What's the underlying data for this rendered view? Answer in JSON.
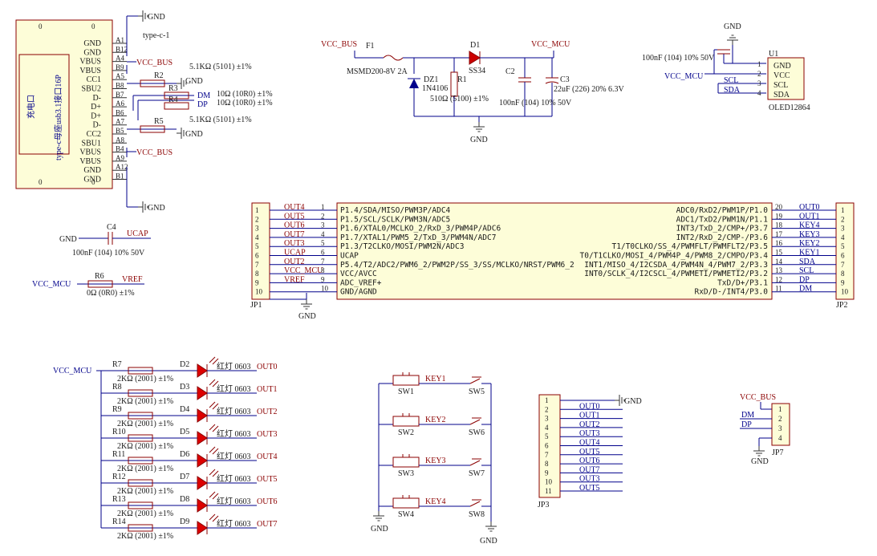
{
  "typec": {
    "title": "type-c-1",
    "side_label": "充电口",
    "name_label": "type-c母座usb3.1接口16P",
    "pins": [
      {
        "num": "A1",
        "name": "GND"
      },
      {
        "num": "B12",
        "name": "GND"
      },
      {
        "num": "A4",
        "name": "VBUS"
      },
      {
        "num": "B9",
        "name": "VBUS"
      },
      {
        "num": "A5",
        "name": "CC1"
      },
      {
        "num": "B8",
        "name": "SBU2"
      },
      {
        "num": "B7",
        "name": "D-"
      },
      {
        "num": "A6",
        "name": "D+"
      },
      {
        "num": "B6",
        "name": "D+"
      },
      {
        "num": "A7",
        "name": "D-"
      },
      {
        "num": "B5",
        "name": "CC2"
      },
      {
        "num": "A8",
        "name": "SBU1"
      },
      {
        "num": "B4",
        "name": "VBUS"
      },
      {
        "num": "A9",
        "name": "VBUS"
      },
      {
        "num": "A12",
        "name": "GND"
      },
      {
        "num": "B1",
        "name": "GND"
      }
    ],
    "gnd_top": "GND",
    "gnd_bottom": "GND",
    "vcc_top": "VCC_BUS",
    "vcc_bottom": "VCC_BUS",
    "r2": "R2",
    "r2_val": "5.1KΩ (5101) ±1%",
    "r2_gnd": "GND",
    "r3": "R3",
    "r3_val": "10Ω (10R0) ±1%",
    "r4": "R4",
    "r4_val": "10Ω (10R0) ±1%",
    "dm": "DM",
    "dp": "DP",
    "r5": "R5",
    "r5_val": "5.1KΩ (5101) ±1%",
    "r5_gnd": "GND"
  },
  "c4": {
    "gnd": "GND",
    "name": "C4",
    "net": "UCAP",
    "value": "100nF (104) 10% 50V"
  },
  "r6": {
    "vcc": "VCC_MCU",
    "name": "R6",
    "net": "VREF",
    "value": "0Ω (0R0) ±1%"
  },
  "power": {
    "vcc_bus": "VCC_BUS",
    "f1": "F1",
    "f1_val": "MSMD200-8V 2A",
    "d1": "D1",
    "d1_val": "SS34",
    "vcc_mcu": "VCC_MCU",
    "dz1": "DZ1",
    "dz1_val": "1N4106",
    "r1": "R1",
    "r1_val": "510Ω (5100) ±1%",
    "c2": "C2",
    "c2_val": "100nF (104) 10% 50V",
    "c3": "C3",
    "c3_val": "22uF (226) 20% 6.3V",
    "gnd": "GND"
  },
  "oled": {
    "gnd": "GND",
    "cap_val": "100nF (104) 10% 50V",
    "vcc": "VCC_MCU",
    "u1": "U1",
    "name": "OLED12864",
    "pins": [
      {
        "num": "1",
        "name": "GND"
      },
      {
        "num": "2",
        "name": "VCC"
      },
      {
        "num": "3",
        "name": "SCL"
      },
      {
        "num": "4",
        "name": "SDA"
      }
    ],
    "scl": "SCL",
    "sda": "SDA"
  },
  "mcu": {
    "left_pins": [
      {
        "num": "1",
        "name": "P1.4/SDA/MISO/PWM3P/ADC4",
        "net": "OUT4"
      },
      {
        "num": "2",
        "name": "P1.5/SCL/SCLK/PWM3N/ADC5",
        "net": "OUT5"
      },
      {
        "num": "3",
        "name": "P1.6/XTAL0/MCLKO_2/RxD_3/PWM4P/ADC6",
        "net": "OUT6"
      },
      {
        "num": "4",
        "name": "P1.7/XTAL1/PWM5_2/TxD_3/PWM4N/ADC7",
        "net": "OUT7"
      },
      {
        "num": "5",
        "name": "P1.3/T2CLKO/MOSI/PWM2N/ADC3",
        "net": "OUT3"
      },
      {
        "num": "6",
        "name": "UCAP",
        "net": "UCAP"
      },
      {
        "num": "7",
        "name": "P5.4/T2/ADC2/PWM6_2/PWM2P/SS_3/SS/MCLKO/NRST/PWM6_2",
        "net": "OUT2"
      },
      {
        "num": "8",
        "name": "VCC/AVCC",
        "net": "VCC_MCU"
      },
      {
        "num": "9",
        "name": "ADC_VREF+",
        "net": "VREF"
      },
      {
        "num": "10",
        "name": "GND/AGND",
        "net": ""
      }
    ],
    "right_pins": [
      {
        "num": "20",
        "name": "ADC0/RxD2/PWM1P/P1.0",
        "net": "OUT0"
      },
      {
        "num": "19",
        "name": "ADC1/TxD2/PWM1N/P1.1",
        "net": "OUT1"
      },
      {
        "num": "18",
        "name": "INT3/TxD_2/CMP+/P3.7",
        "net": "KEY4"
      },
      {
        "num": "17",
        "name": "INT2/RxD_2/CMP-/P3.6",
        "net": "KEY3"
      },
      {
        "num": "16",
        "name": "T1/T0CLKO/SS_4/PWMFLT/PWMFLT2/P3.5",
        "net": "KEY2"
      },
      {
        "num": "15",
        "name": "T0/T1CLKO/MOSI_4/PWM4P_4/PWM8_2/CMPO/P3.4",
        "net": "KEY1"
      },
      {
        "num": "14",
        "name": "INT1/MISO_4/I2CSDA_4/PWM4N_4/PWM7_2/P3.3",
        "net": "SDA"
      },
      {
        "num": "13",
        "name": "INT0/SCLK_4/I2CSCL_4/PWMETI/PWMETI2/P3.2",
        "net": "SCL"
      },
      {
        "num": "12",
        "name": "TxD/D+/P3.1",
        "net": "DP"
      },
      {
        "num": "11",
        "name": "RxD/D-/INT4/P3.0",
        "net": "DM"
      }
    ],
    "jp1": "JP1",
    "jp2": "JP2",
    "gnd": "GND",
    "jp_nums": [
      "1",
      "2",
      "3",
      "4",
      "5",
      "6",
      "7",
      "8",
      "9",
      "10"
    ]
  },
  "leds": {
    "vcc": "VCC_MCU",
    "items": [
      {
        "r": "R7",
        "d": "D2",
        "net": "OUT0"
      },
      {
        "r": "R8",
        "d": "D3",
        "net": "OUT1"
      },
      {
        "r": "R9",
        "d": "D4",
        "net": "OUT2"
      },
      {
        "r": "R10",
        "d": "D5",
        "net": "OUT3"
      },
      {
        "r": "R11",
        "d": "D6",
        "net": "OUT4"
      },
      {
        "r": "R12",
        "d": "D7",
        "net": "OUT5"
      },
      {
        "r": "R13",
        "d": "D8",
        "net": "OUT6"
      },
      {
        "r": "R14",
        "d": "D9",
        "net": "OUT7"
      }
    ],
    "r_val": "2KΩ (2001) ±1%",
    "led_val": "红灯 0603"
  },
  "keys": {
    "items": [
      {
        "l": "SW1",
        "key": "KEY1",
        "r": "SW5"
      },
      {
        "l": "SW2",
        "key": "KEY2",
        "r": "SW6"
      },
      {
        "l": "SW3",
        "key": "KEY3",
        "r": "SW7"
      },
      {
        "l": "SW4",
        "key": "KEY4",
        "r": "SW8"
      }
    ],
    "gnd_l": "GND",
    "gnd_r": "GND"
  },
  "jp3": {
    "name": "JP3",
    "gnd": "GND",
    "nums": [
      "1",
      "2",
      "3",
      "4",
      "5",
      "6",
      "7",
      "8",
      "9",
      "10",
      "11"
    ],
    "nets": [
      "",
      "OUT0",
      "OUT1",
      "OUT2",
      "OUT3",
      "OUT4",
      "OUT5",
      "OUT6",
      "OUT7",
      "OUT3",
      "OUT5"
    ]
  },
  "jp7": {
    "name": "JP7",
    "vcc": "VCC_BUS",
    "gnd": "GND",
    "nums": [
      "1",
      "2",
      "3",
      "4"
    ],
    "dm": "DM",
    "dp": "DP"
  }
}
